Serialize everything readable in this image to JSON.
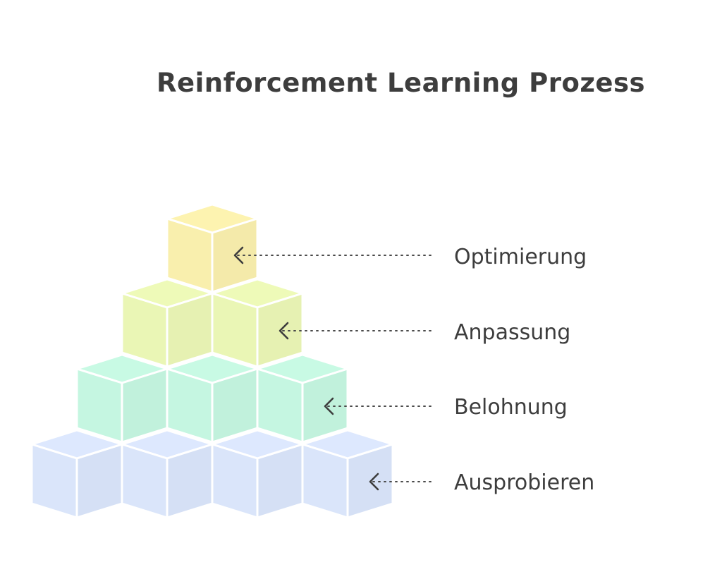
{
  "title": "Reinforcement Learning Prozess",
  "levels": [
    {
      "label": "Optimierung",
      "color": "#fdf3b0"
    },
    {
      "label": "Anpassung",
      "color": "#eefab8"
    },
    {
      "label": "Belohnung",
      "color": "#c8fae4"
    },
    {
      "label": "Ausprobieren",
      "color": "#dde8fe"
    }
  ]
}
